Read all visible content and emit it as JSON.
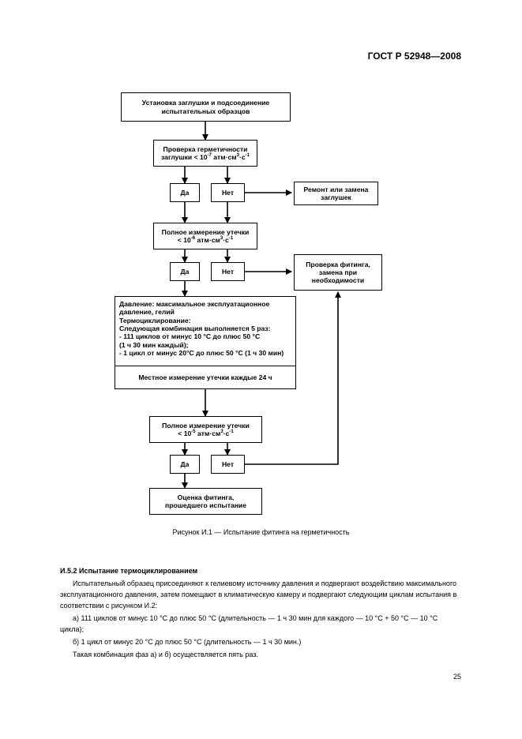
{
  "header": {
    "doc_id": "ГОСТ Р 52948—2008"
  },
  "flowchart": {
    "install": "Установка заглушки и подсоединение испытательных образцов",
    "check1_a": "Проверка герметичности",
    "check1_b": "заглушки < 10",
    "check1_exp1": "-7",
    "check1_c": " атм·см",
    "check1_exp2": "3",
    "check1_d": "·с",
    "check1_exp3": "-1",
    "yes": "Да",
    "no": "Нет",
    "repair": "Ремонт или замена заглушек",
    "full1_a": "Полное измерение утечки",
    "full1_b": "< 10",
    "full1_exp1": "-6",
    "full1_c": " атм·см",
    "full1_exp2": "3",
    "full1_d": "·с",
    "full1_exp3": "-1",
    "fitting_check": "Проверка фитинга, замена при необходимости",
    "conditions": "Давление: максимальное эксплуатационное\nдавление, гелий\nТермоциклирование:\nСледующая комбинация выполняется 5 раз:\n- 111 циклов от минус 10 °С до плюс 50 °С\n(1 ч 30 мин каждый);\n- 1 цикл от минус 20°С до плюс 50 °С (1 ч 30 мин)",
    "local": "Местное измерение утечки каждые 24 ч",
    "full2_a": "Полное измерение утечки",
    "full2_b": "< 10",
    "full2_exp1": "-5",
    "full2_c": " атм·см",
    "full2_exp2": "3",
    "full2_d": "·с",
    "full2_exp3": "-1",
    "evaluation": "Оценка фитинга, прошедшего испытание"
  },
  "caption": "Рисунок И.1 — Испытание фитинга на герметичность",
  "section": {
    "number": "И.5.2",
    "title": "Испытание термоциклированием",
    "p1": "Испытательный образец присоединяют к гелиевому источнику давления и подвергают воздействию максимального эксплуатационного давления, затем помещают в климатическую камеру и подвергают следующим циклам испытания в соответствии с рисунком И.2:",
    "p2": "а)  111 циклов от минус 10 °С до плюс 50 °С (длительность — 1 ч 30 мин для каждого — 10 °С + 50  °С — 10 °С цикла);",
    "p3": "б)  1 цикл от минус 20 °С до плюс 50 °С (длительность — 1 ч 30 мин.)",
    "p4": "Такая комбинация фаз а) и б) осуществляется пять раз."
  },
  "page_number": "25"
}
